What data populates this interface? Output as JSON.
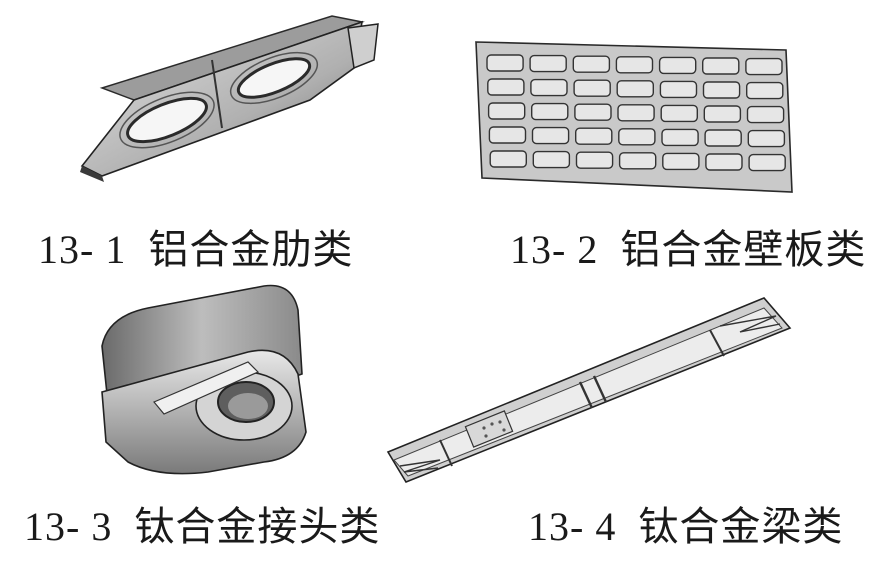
{
  "figures": [
    {
      "number": "13- 1",
      "label": "铝合金肋类"
    },
    {
      "number": "13- 2",
      "label": "铝合金壁板类"
    },
    {
      "number": "13- 3",
      "label": "钛合金接头类"
    },
    {
      "number": "13- 4",
      "label": "钛合金梁类"
    }
  ],
  "colors": {
    "text": "#1a1a1a",
    "part_light": "#d6d6d6",
    "part_mid": "#a4a4a4",
    "part_dark": "#3c3c3c",
    "outline": "#222222"
  }
}
